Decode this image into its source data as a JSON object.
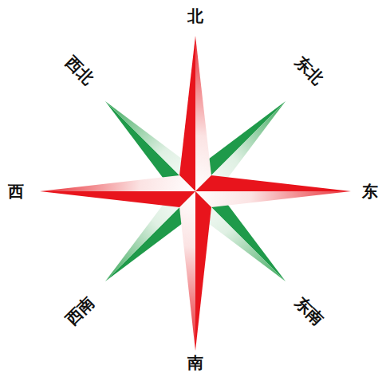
{
  "diagram": {
    "labels": [
      "北",
      "西北",
      "东北",
      "西",
      "东",
      "西南",
      "东南",
      "南"
    ]
  }
}
